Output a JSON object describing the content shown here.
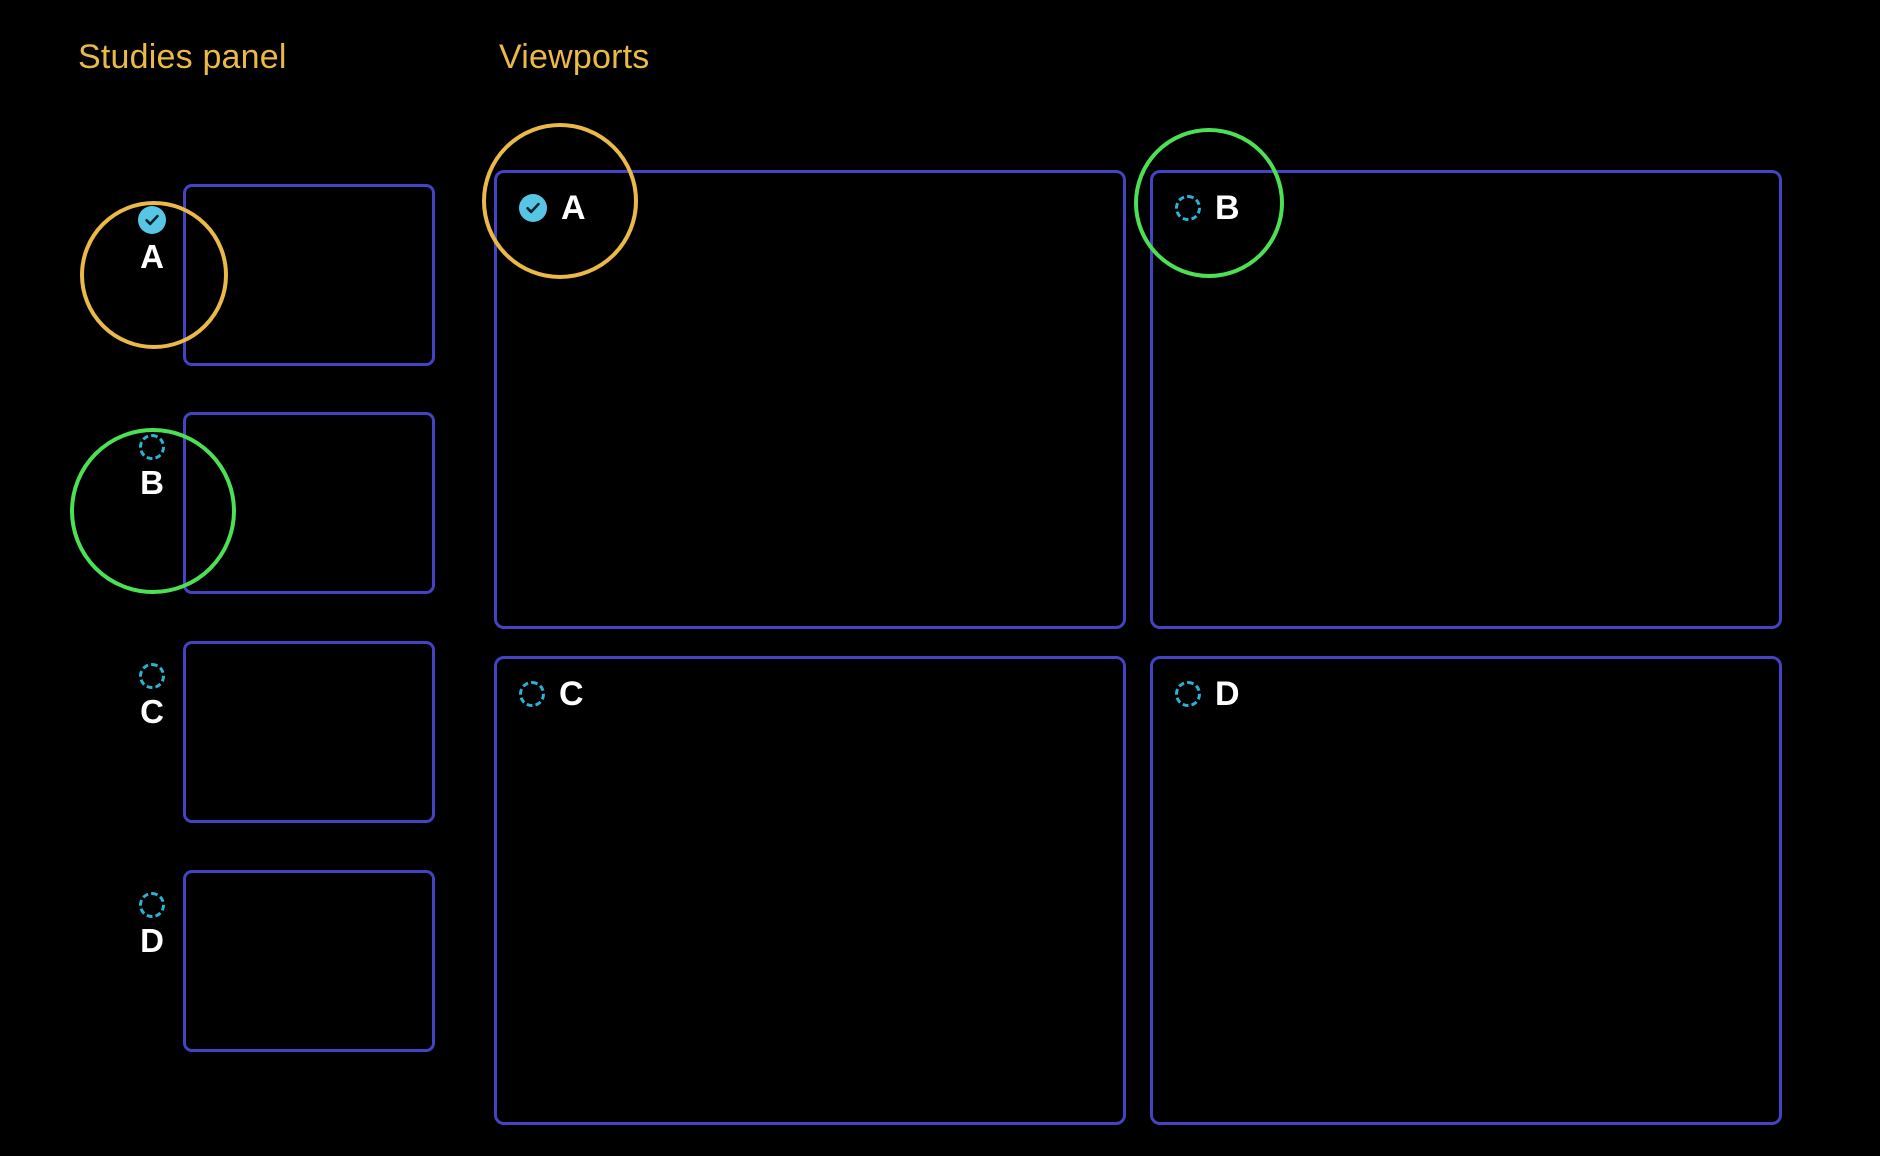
{
  "theme": {
    "background": "#000000",
    "header_color": "#eab948",
    "panel_border": "#4343c4",
    "label_color": "#ffffff",
    "checked_icon_color": "#57c6e4",
    "unchecked_icon_color": "#2bb3d6",
    "highlight_orange": "#eab948",
    "highlight_green": "#4ce055"
  },
  "headers": {
    "studies_panel": "Studies panel",
    "viewports": "Viewports"
  },
  "studies_panel": {
    "items": [
      {
        "label": "A",
        "status": "checked",
        "icon": "check-circle-filled-icon",
        "highlight": "orange"
      },
      {
        "label": "B",
        "status": "unchecked",
        "icon": "dashed-circle-icon",
        "highlight": "green"
      },
      {
        "label": "C",
        "status": "unchecked",
        "icon": "dashed-circle-icon",
        "highlight": "none"
      },
      {
        "label": "D",
        "status": "unchecked",
        "icon": "dashed-circle-icon",
        "highlight": "none"
      }
    ]
  },
  "viewports": {
    "items": [
      {
        "label": "A",
        "status": "checked",
        "icon": "check-circle-filled-icon",
        "highlight": "orange"
      },
      {
        "label": "B",
        "status": "unchecked",
        "icon": "dashed-circle-icon",
        "highlight": "green"
      },
      {
        "label": "C",
        "status": "unchecked",
        "icon": "dashed-circle-icon",
        "highlight": "none"
      },
      {
        "label": "D",
        "status": "unchecked",
        "icon": "dashed-circle-icon",
        "highlight": "none"
      }
    ]
  }
}
